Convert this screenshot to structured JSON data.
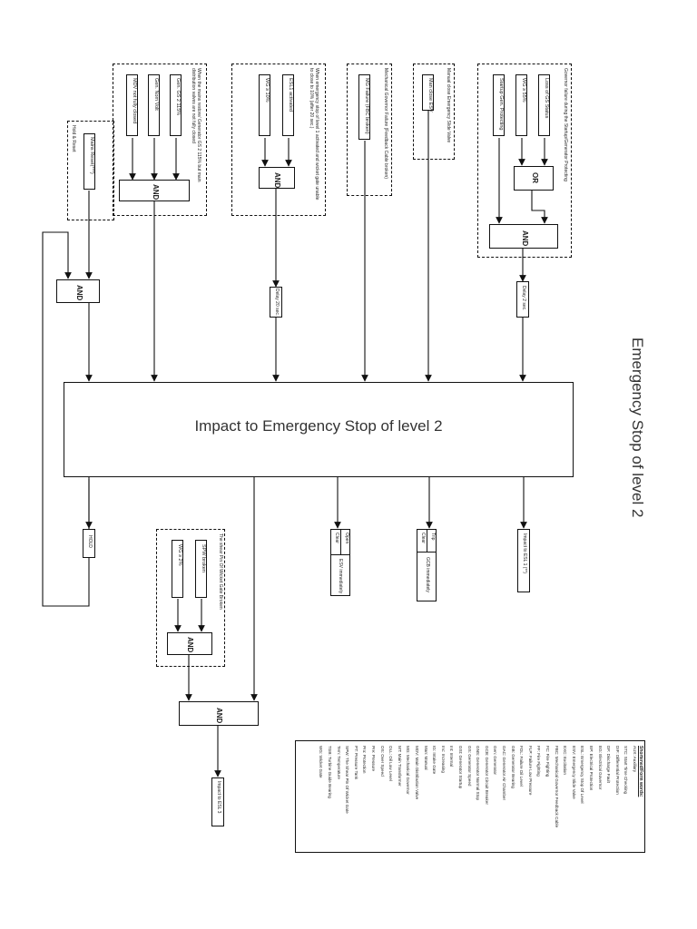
{
  "title": "Emergency Stop of level 2",
  "main_label": "Impact to Emergency  Stop of level 2",
  "gates": {
    "and": "AND",
    "or": "OR"
  },
  "groups": {
    "g1": {
      "note": "Mains Reset(***)",
      "label2": "Hold & Reset"
    },
    "g2": {
      "note": "When the mains restore/ Generator GS 2 115% but main distribution valves are not fully closed",
      "c1": "MDV not fully closed",
      "c2": "Gen. Nom Volt",
      "c3": "Gen. GS 2 115%"
    },
    "g3": {
      "note": "When emergency stop of level 1 activated and wicket gate unable to close to 10% (after 20 sec.)",
      "c1": "WG ≥ 10%",
      "c2": "ESL1 activated"
    },
    "g4": {
      "note": "Mechanical Governor Failure (Feedback Cable broken)",
      "c1": "MG Failure (FBC broken)"
    },
    "g5": {
      "note": "Manual close Emergency Slide Valve",
      "c1": "Man close ESV"
    },
    "g6": {
      "note": "Governor failure during the Startup/Generator Protecting",
      "c1": "Startup Gen. Protecting",
      "c2": "WG ≥ 55%",
      "c3": "Loss of GS Status"
    },
    "g7": {
      "note": "The shear Pin Of Wicket Gate Broken",
      "c1": "WG ≥ 2%",
      "c2": "SPW broken"
    }
  },
  "delays": {
    "d1": "Delay 20 sec.",
    "d2": "Delay 2 sec."
  },
  "outputs": {
    "o1": "HOLD",
    "o2_a": "Open",
    "o2_b": "Clear",
    "o2_c": "ESV immediately",
    "o3_a": "Trip",
    "o3_b": "Clear",
    "o3_c": "GCB immediately",
    "o4": "Impact to ESL 1 (**)",
    "o5": "Impact to ESL 3"
  },
  "legend": {
    "heading": "Shortened/Form words:",
    "items": [
      "AUX: Auxiliary",
      "STC: Start Time Checking",
      "DIF: Differential Protection",
      "DF: Discharge Fault",
      "EG: Electrical Governor",
      "EP: Electrical Protection",
      "ESL: Emergency Stop Of Level",
      "ESV: Emergency Slide Valve",
      "EXC: Excitation",
      "FBC: Mechanical Governor Feedback Cable",
      "FC: Fire Fighting",
      "FF: Fire Fighting",
      "FLP: Failure Low Pressure",
      "FOL: Failure Oil Level",
      "GB: Generator Bearing",
      "GAC: Generator Air Chamber",
      "Gen: Generator",
      "GCB: Generator Circuit Breaker",
      "GNS: Generator Normal Stop",
      "GS: Generator Speed",
      "GSt: Generator Startup",
      "Int: Internal",
      "Inc: Increasing",
      "IG: Intake Gate",
      "Man: Manual",
      "MDV: Main Distribution Valve",
      "MG: Mechanical Governor",
      "MT: Main Transformer",
      "OLL: Oil Low Level",
      "OS: Over Speed",
      "Pre: Pressure",
      "Pro: Protection",
      "PT: Pressure Tank",
      "SPW: The Shear Pin Of Wicket Gate",
      "Tem: Temperature",
      "TGB: Turbine Guide Bearing",
      "WG: Wicket Gate"
    ]
  }
}
